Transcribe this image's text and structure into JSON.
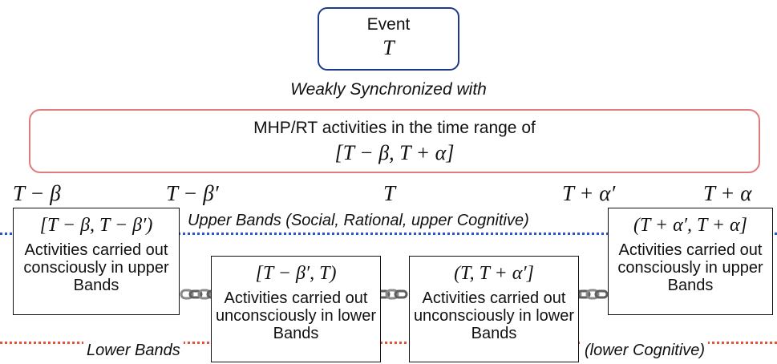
{
  "event": {
    "label": "Event",
    "variable": "T"
  },
  "sync_label": "Weakly Synchronized with",
  "range": {
    "label": "MHP/RT activities in the time range of",
    "expr": "[T − β, T + α]"
  },
  "ticks": [
    "T − β",
    "T − β′",
    "T",
    "T + α′",
    "T + α"
  ],
  "bands": {
    "upper": "Upper Bands (Social, Rational, upper Cognitive)",
    "lower_left": "Lower Bands",
    "lower_right": "(lower Cognitive)",
    "upper_color": "#2a55d6",
    "lower_color": "#e8503a"
  },
  "boxes": [
    {
      "interval": "[T − β, T − β′)",
      "desc": "Activities carried out consciously in upper Bands"
    },
    {
      "interval": "[T − β′, T)",
      "desc": "Activities carried out unconsciously in lower Bands"
    },
    {
      "interval": "(T, T + α′]",
      "desc": "Activities carried out unconsciously in lower Bands"
    },
    {
      "interval": "(T + α′, T + α]",
      "desc": "Activities carried out consciously in upper Bands"
    }
  ]
}
